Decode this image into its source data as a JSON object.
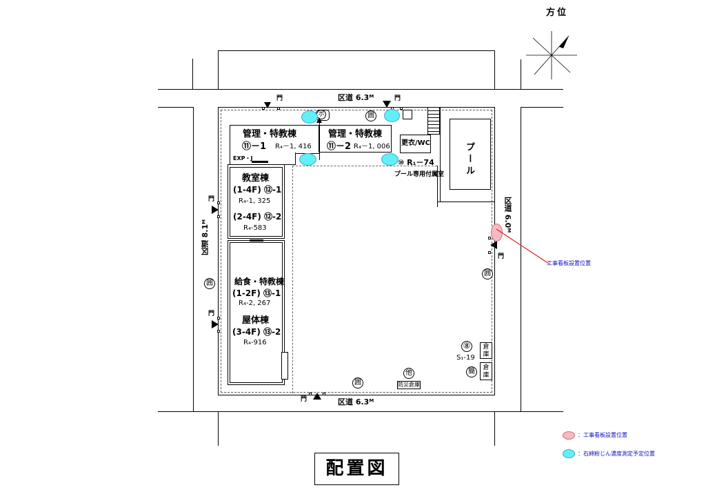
{
  "compass": {
    "label": "方位"
  },
  "roads": {
    "north": "区道 6.3ᴹ",
    "south": "区道 6.3ᴹ",
    "west": "区道 8.1ᴹ",
    "east": "区道 6.0ᴹ"
  },
  "gates": {
    "label": "門"
  },
  "buildings": {
    "admin1": {
      "name": "管理・特教棟",
      "code": "⑪－1",
      "area": "R₄－1, 416"
    },
    "admin2": {
      "name": "管理・特教棟",
      "code": "⑪－2",
      "area": "R₄－1, 006"
    },
    "changing": {
      "name": "更衣/WC"
    },
    "pool": {
      "name": "プール"
    },
    "pool_annex": {
      "code": "⑩ R₁－74",
      "name": "プール専用付属室"
    },
    "classroom": {
      "name": "教室棟",
      "line1": "(1-4F) ⑫-1",
      "area1": "R₄-1, 325",
      "line2": "(2-4F) ⑫-2",
      "area2": "R₄-583"
    },
    "kitchen": {
      "name": "給食・特教棟",
      "line1": "(1-2F) ⑬-1",
      "area1": "R₄-2, 267"
    },
    "gym": {
      "name": "屋体棟",
      "line1": "(3-4F) ⑬-2",
      "area1": "R₄-916"
    },
    "storage": {
      "label": "倉庫",
      "code": "⑧",
      "area": "S₁-19"
    },
    "disaster_storage": {
      "label": "防災倉庫"
    }
  },
  "markers": {
    "enclosure": "囲",
    "pump": "ポ",
    "other": "他",
    "simple": "簡"
  },
  "expansion_joint": "EXP・J",
  "annotation": {
    "signboard": "工事看板設置位置"
  },
  "legend": {
    "pink": "：工事看板設置位置",
    "blue": "：石綿粉じん濃度測定予定位置"
  },
  "title": "配置図"
}
